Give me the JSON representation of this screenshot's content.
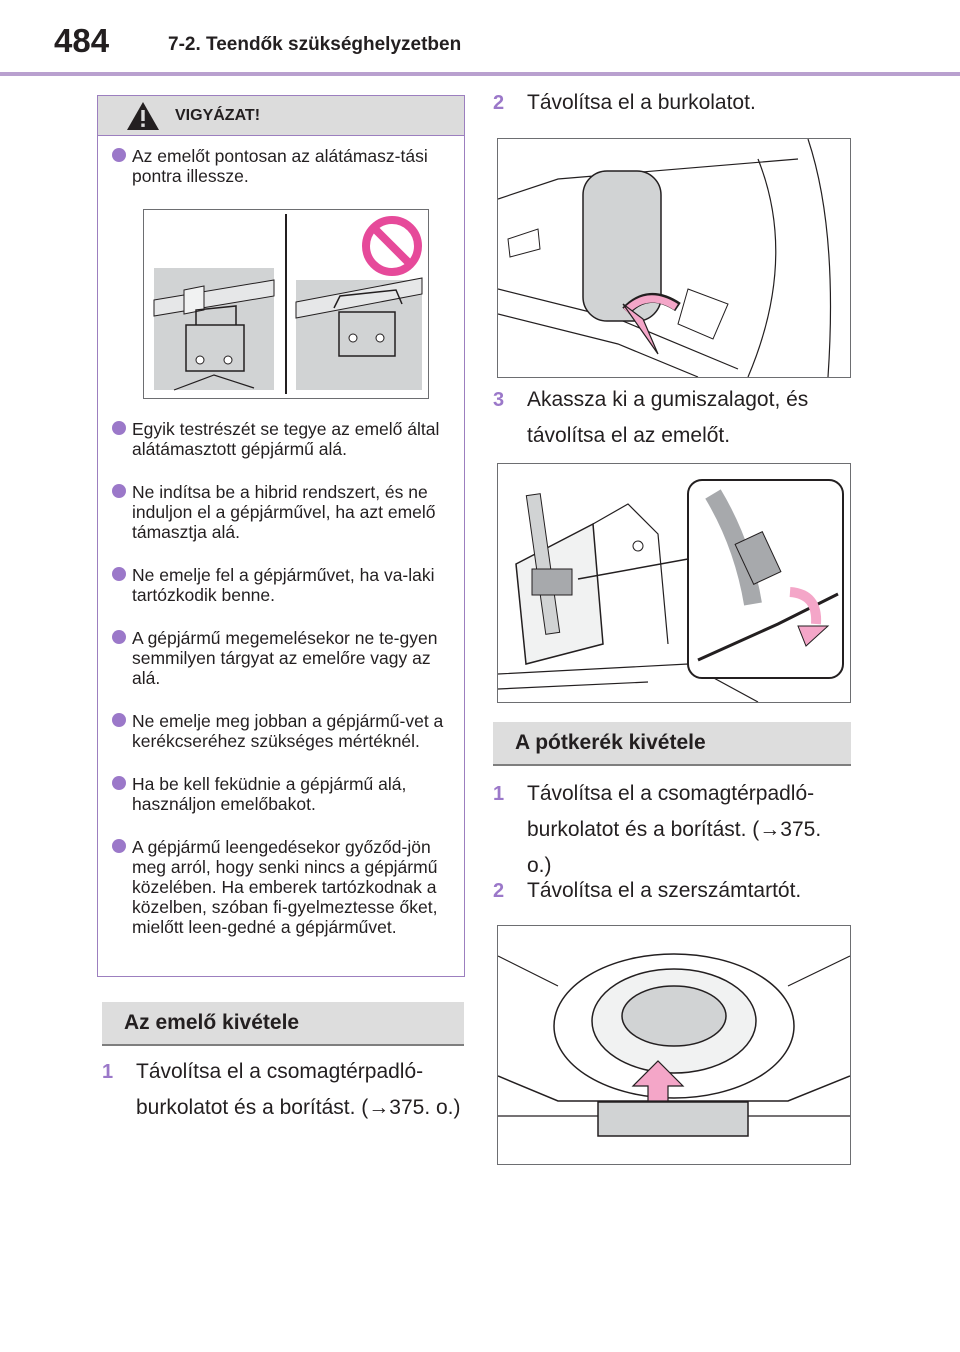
{
  "header": {
    "page_number": "484",
    "section_title": "7-2. Teendők szükséghelyzetben"
  },
  "warning": {
    "title": "VIGYÁZAT!",
    "items": [
      "Az emelőt pontosan az alátámasz-tási pontra illessze.",
      "Egyik testrészét se tegye az emelő által alátámasztott gépjármű alá.",
      "Ne indítsa be a hibrid rendszert, és ne induljon el a gépjárművel, ha azt emelő támasztja alá.",
      "Ne emelje fel a gépjárművet, ha va-laki tartózkodik benne.",
      "A gépjármű megemelésekor ne te-gyen semmilyen tárgyat az emelőre vagy az alá.",
      "Ne emelje meg jobban a gépjármű-vet a kerékcseréhez szükséges mértéknél.",
      "Ha be kell feküdnie a gépjármű alá, használjon emelőbakot.",
      "A gépjármű leengedésekor győződ-jön meg arról, hogy senki nincs a gépjármű közelében. Ha emberek tartózkodnak a közelben, szóban fi-gyelmeztesse őket, mielőtt leen-gedné a gépjárművet."
    ]
  },
  "jack_section": {
    "heading": "Az emelő kivétele",
    "steps": [
      {
        "num": "1",
        "text": "Távolítsa el a csomagtérpadló-burkolatot és a borítást. (→375. o.)"
      },
      {
        "num": "2",
        "text": "Távolítsa el a burkolatot."
      },
      {
        "num": "3",
        "text": "Akassza ki a gumiszalagot, és távolítsa el az emelőt."
      }
    ]
  },
  "spare_section": {
    "heading": "A pótkerék kivétele",
    "steps": [
      {
        "num": "1",
        "text": "Távolítsa el a csomagtérpadló-burkolatot és a borítást. (→375. o.)"
      },
      {
        "num": "2",
        "text": "Távolítsa el a szerszámtartót."
      }
    ]
  },
  "colors": {
    "accent_purple": "#9b78c9",
    "header_rule": "#b9a0cf",
    "prohibit_pink": "#e64a9a",
    "arrow_pink": "#f4a6c8"
  }
}
